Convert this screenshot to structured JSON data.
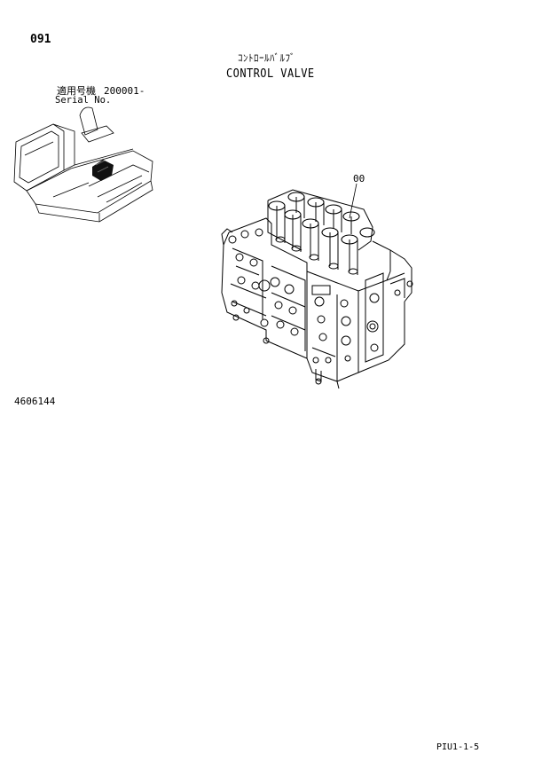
{
  "page": {
    "number": "091",
    "title_jp": "ｺﾝﾄﾛｰﾙﾊﾞﾙﾌﾞ",
    "title_en": "CONTROL VALVE",
    "serial_label_jp": "適用号機",
    "serial_value": "200001-",
    "serial_label_en": "Serial No.",
    "callout": "00",
    "drawing_number": "4606144",
    "page_code": "PIU1-1-5"
  }
}
